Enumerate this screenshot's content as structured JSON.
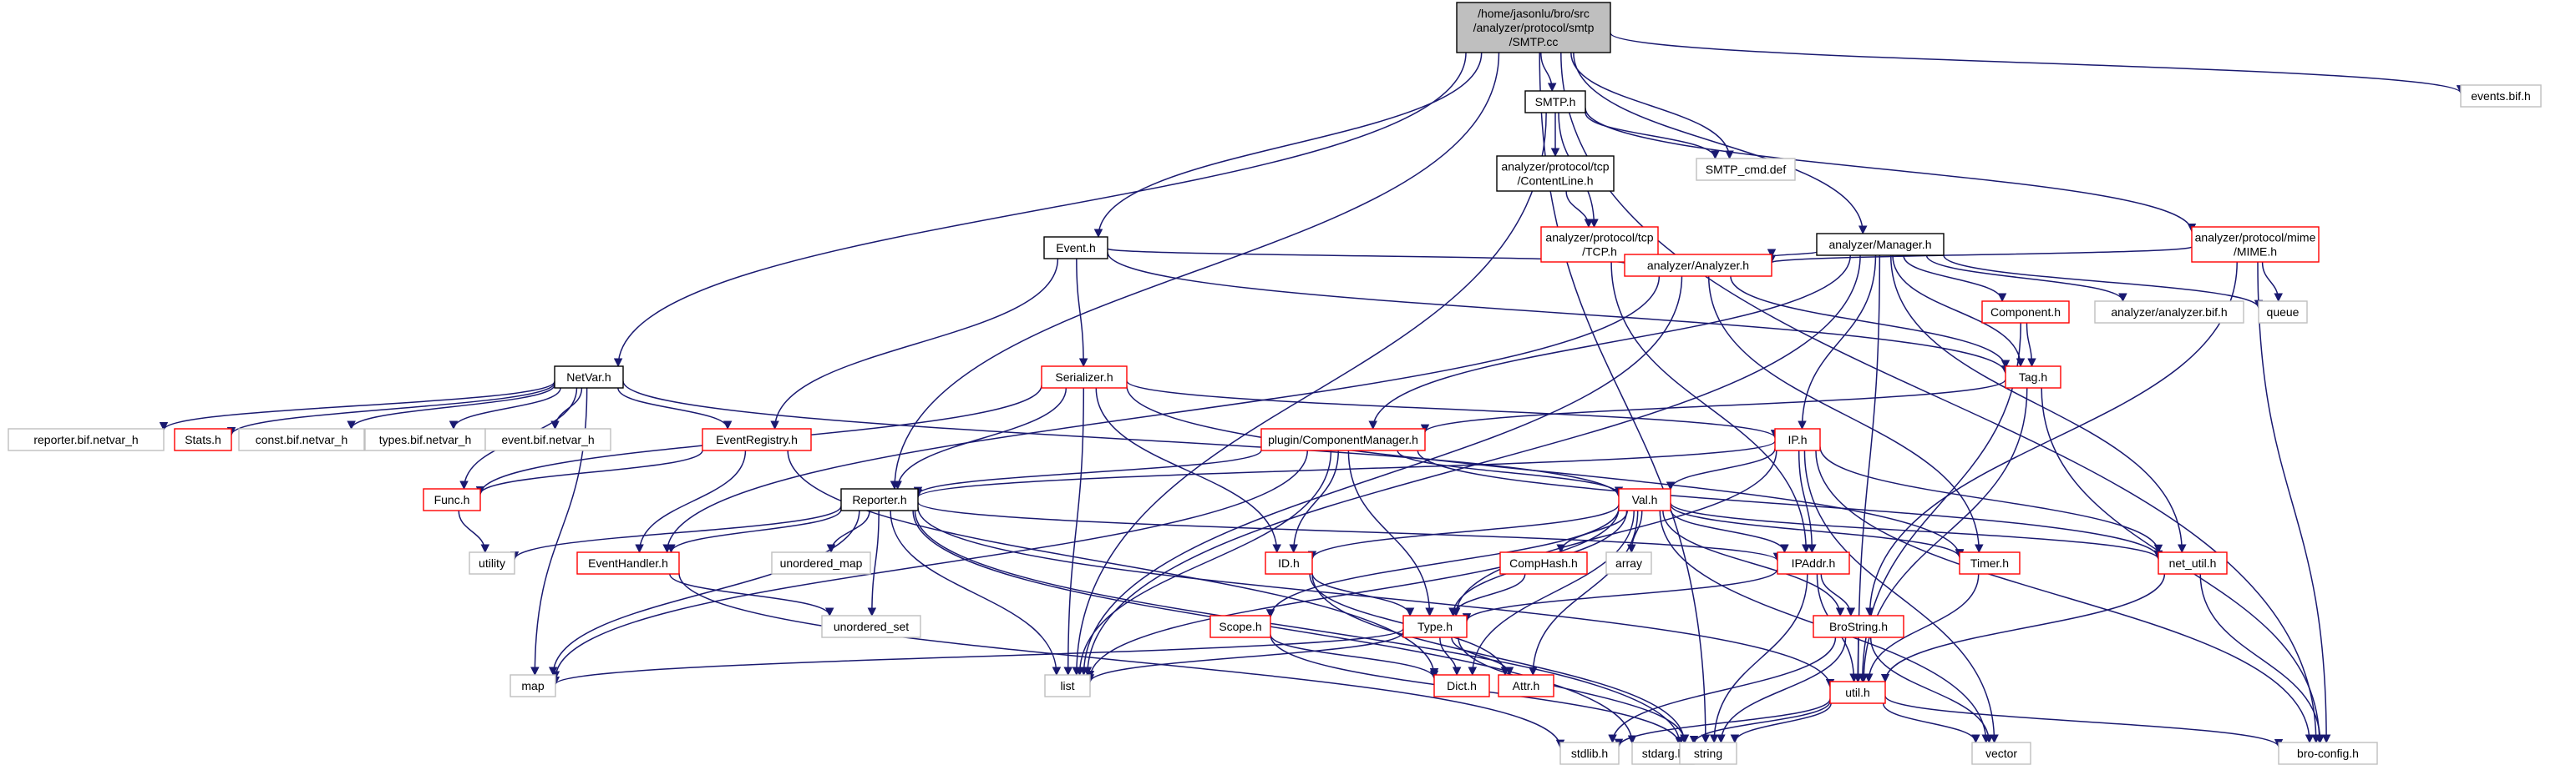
{
  "colors": {
    "edge": "#191970",
    "box_black": "#000000",
    "box_red": "#ff0000",
    "box_gray": "#bfbfbf",
    "root_fill": "#bfbfbf",
    "normal_fill": "#ffffff",
    "text": "#000000"
  },
  "nodes": [
    {
      "id": "root",
      "kind": "root",
      "lines": [
        "/home/jasonlu/bro/src",
        "/analyzer/protocol/smtp",
        "/SMTP.cc"
      ]
    },
    {
      "id": "events",
      "kind": "ext",
      "lines": [
        "events.bif.h"
      ]
    },
    {
      "id": "smtph",
      "kind": "doc",
      "lines": [
        "SMTP.h"
      ]
    },
    {
      "id": "smtpcmd",
      "kind": "ext",
      "lines": [
        "SMTP_cmd.def"
      ]
    },
    {
      "id": "contentline",
      "kind": "doc",
      "lines": [
        "analyzer/protocol/tcp",
        "/ContentLine.h"
      ]
    },
    {
      "id": "tcph",
      "kind": "red",
      "lines": [
        "analyzer/protocol/tcp",
        "/TCP.h"
      ]
    },
    {
      "id": "mimeh",
      "kind": "red",
      "lines": [
        "analyzer/protocol/mime",
        "/MIME.h"
      ]
    },
    {
      "id": "eventh",
      "kind": "doc",
      "lines": [
        "Event.h"
      ]
    },
    {
      "id": "managerh",
      "kind": "doc",
      "lines": [
        "analyzer/Manager.h"
      ]
    },
    {
      "id": "analyzerh",
      "kind": "red",
      "lines": [
        "analyzer/Analyzer.h"
      ]
    },
    {
      "id": "componenth",
      "kind": "red",
      "lines": [
        "Component.h"
      ]
    },
    {
      "id": "analyzerbif",
      "kind": "ext",
      "lines": [
        "analyzer/analyzer.bif.h"
      ]
    },
    {
      "id": "queue",
      "kind": "ext",
      "lines": [
        "queue"
      ]
    },
    {
      "id": "netvarh",
      "kind": "doc",
      "lines": [
        "NetVar.h"
      ]
    },
    {
      "id": "serializerh",
      "kind": "red",
      "lines": [
        "Serializer.h"
      ]
    },
    {
      "id": "tagh",
      "kind": "red",
      "lines": [
        "Tag.h"
      ]
    },
    {
      "id": "reporterbif",
      "kind": "ext",
      "lines": [
        "reporter.bif.netvar_h"
      ]
    },
    {
      "id": "statsh",
      "kind": "red",
      "lines": [
        "Stats.h"
      ]
    },
    {
      "id": "constbif",
      "kind": "ext",
      "lines": [
        "const.bif.netvar_h"
      ]
    },
    {
      "id": "typesbif",
      "kind": "ext",
      "lines": [
        "types.bif.netvar_h"
      ]
    },
    {
      "id": "eventbif",
      "kind": "ext",
      "lines": [
        "event.bif.netvar_h"
      ]
    },
    {
      "id": "eventregistry",
      "kind": "red",
      "lines": [
        "EventRegistry.h"
      ]
    },
    {
      "id": "compmanager",
      "kind": "red",
      "lines": [
        "plugin/ComponentManager.h"
      ]
    },
    {
      "id": "iph",
      "kind": "red",
      "lines": [
        "IP.h"
      ]
    },
    {
      "id": "funch",
      "kind": "red",
      "lines": [
        "Func.h"
      ]
    },
    {
      "id": "reporterh",
      "kind": "doc",
      "lines": [
        "Reporter.h"
      ]
    },
    {
      "id": "valh",
      "kind": "red",
      "lines": [
        "Val.h"
      ]
    },
    {
      "id": "utility",
      "kind": "ext",
      "lines": [
        "utility"
      ]
    },
    {
      "id": "eventhandler",
      "kind": "red",
      "lines": [
        "EventHandler.h"
      ]
    },
    {
      "id": "unorderedmap",
      "kind": "ext",
      "lines": [
        "unordered_map"
      ]
    },
    {
      "id": "idh",
      "kind": "red",
      "lines": [
        "ID.h"
      ]
    },
    {
      "id": "comphash",
      "kind": "red",
      "lines": [
        "CompHash.h"
      ]
    },
    {
      "id": "array",
      "kind": "ext",
      "lines": [
        "array"
      ]
    },
    {
      "id": "ipaddr",
      "kind": "red",
      "lines": [
        "IPAddr.h"
      ]
    },
    {
      "id": "timerh",
      "kind": "red",
      "lines": [
        "Timer.h"
      ]
    },
    {
      "id": "netutil",
      "kind": "red",
      "lines": [
        "net_util.h"
      ]
    },
    {
      "id": "unorderedset",
      "kind": "ext",
      "lines": [
        "unordered_set"
      ]
    },
    {
      "id": "scopeh",
      "kind": "red",
      "lines": [
        "Scope.h"
      ]
    },
    {
      "id": "typeh",
      "kind": "red",
      "lines": [
        "Type.h"
      ]
    },
    {
      "id": "brostring",
      "kind": "red",
      "lines": [
        "BroString.h"
      ]
    },
    {
      "id": "map",
      "kind": "ext",
      "lines": [
        "map"
      ]
    },
    {
      "id": "list",
      "kind": "ext",
      "lines": [
        "list"
      ]
    },
    {
      "id": "dicth",
      "kind": "red",
      "lines": [
        "Dict.h"
      ]
    },
    {
      "id": "attrh",
      "kind": "red",
      "lines": [
        "Attr.h"
      ]
    },
    {
      "id": "utilh",
      "kind": "red",
      "lines": [
        "util.h"
      ]
    },
    {
      "id": "stdlib",
      "kind": "ext",
      "lines": [
        "stdlib.h"
      ]
    },
    {
      "id": "stdarg",
      "kind": "ext",
      "lines": [
        "stdarg.h"
      ]
    },
    {
      "id": "string",
      "kind": "ext",
      "lines": [
        "string"
      ]
    },
    {
      "id": "vector",
      "kind": "ext",
      "lines": [
        "vector"
      ]
    },
    {
      "id": "broconfig",
      "kind": "ext",
      "lines": [
        "bro-config.h"
      ]
    }
  ],
  "edges": [
    [
      "root",
      "events"
    ],
    [
      "root",
      "smtph"
    ],
    [
      "root",
      "smtpcmd"
    ],
    [
      "root",
      "eventh"
    ],
    [
      "root",
      "managerh"
    ],
    [
      "root",
      "netvarh"
    ],
    [
      "root",
      "reporterh"
    ],
    [
      "root",
      "string"
    ],
    [
      "root",
      "broconfig"
    ],
    [
      "smtph",
      "smtpcmd"
    ],
    [
      "smtph",
      "contentline"
    ],
    [
      "smtph",
      "tcph"
    ],
    [
      "smtph",
      "mimeh"
    ],
    [
      "smtph",
      "list"
    ],
    [
      "contentline",
      "tcph"
    ],
    [
      "tcph",
      "analyzerh"
    ],
    [
      "tcph",
      "ipaddr"
    ],
    [
      "mimeh",
      "analyzerh"
    ],
    [
      "mimeh",
      "queue"
    ],
    [
      "mimeh",
      "brostring"
    ],
    [
      "mimeh",
      "broconfig"
    ],
    [
      "eventh",
      "analyzerh"
    ],
    [
      "eventh",
      "serializerh"
    ],
    [
      "eventh",
      "eventregistry"
    ],
    [
      "eventh",
      "tagh"
    ],
    [
      "managerh",
      "analyzerh"
    ],
    [
      "managerh",
      "componenth"
    ],
    [
      "managerh",
      "analyzerbif"
    ],
    [
      "managerh",
      "queue"
    ],
    [
      "managerh",
      "tagh"
    ],
    [
      "managerh",
      "compmanager"
    ],
    [
      "managerh",
      "iph"
    ],
    [
      "managerh",
      "netutil"
    ],
    [
      "managerh",
      "list"
    ],
    [
      "managerh",
      "utilh"
    ],
    [
      "analyzerh",
      "tagh"
    ],
    [
      "analyzerh",
      "timerh"
    ],
    [
      "analyzerh",
      "eventhandler"
    ],
    [
      "analyzerh",
      "list"
    ],
    [
      "componenth",
      "tagh"
    ],
    [
      "componenth",
      "utilh"
    ],
    [
      "tagh",
      "compmanager"
    ],
    [
      "tagh",
      "utilh"
    ],
    [
      "tagh",
      "broconfig"
    ],
    [
      "netvarh",
      "reporterbif"
    ],
    [
      "netvarh",
      "statsh"
    ],
    [
      "netvarh",
      "constbif"
    ],
    [
      "netvarh",
      "typesbif"
    ],
    [
      "netvarh",
      "eventbif"
    ],
    [
      "netvarh",
      "eventregistry"
    ],
    [
      "netvarh",
      "funch"
    ],
    [
      "netvarh",
      "valh"
    ],
    [
      "netvarh",
      "map"
    ],
    [
      "serializerh",
      "reporterh"
    ],
    [
      "serializerh",
      "funch"
    ],
    [
      "serializerh",
      "idh"
    ],
    [
      "serializerh",
      "iph"
    ],
    [
      "serializerh",
      "timerh"
    ],
    [
      "serializerh",
      "list"
    ],
    [
      "eventregistry",
      "funch"
    ],
    [
      "eventregistry",
      "eventhandler"
    ],
    [
      "eventregistry",
      "dicth"
    ],
    [
      "compmanager",
      "reporterh"
    ],
    [
      "compmanager",
      "valh"
    ],
    [
      "compmanager",
      "idh"
    ],
    [
      "compmanager",
      "typeh"
    ],
    [
      "compmanager",
      "netutil"
    ],
    [
      "compmanager",
      "map"
    ],
    [
      "compmanager",
      "list"
    ],
    [
      "iph",
      "reporterh"
    ],
    [
      "iph",
      "valh"
    ],
    [
      "iph",
      "typeh"
    ],
    [
      "iph",
      "ipaddr"
    ],
    [
      "iph",
      "netutil"
    ],
    [
      "iph",
      "broconfig"
    ],
    [
      "iph",
      "vector"
    ],
    [
      "funch",
      "utility"
    ],
    [
      "reporterh",
      "utility"
    ],
    [
      "reporterh",
      "eventhandler"
    ],
    [
      "reporterh",
      "unorderedmap"
    ],
    [
      "reporterh",
      "unorderedset"
    ],
    [
      "reporterh",
      "ipaddr"
    ],
    [
      "reporterh",
      "utilh"
    ],
    [
      "reporterh",
      "map"
    ],
    [
      "reporterh",
      "list"
    ],
    [
      "reporterh",
      "string"
    ],
    [
      "reporterh",
      "stdarg"
    ],
    [
      "valh",
      "idh"
    ],
    [
      "valh",
      "comphash"
    ],
    [
      "valh",
      "array"
    ],
    [
      "valh",
      "ipaddr"
    ],
    [
      "valh",
      "timerh"
    ],
    [
      "valh",
      "netutil"
    ],
    [
      "valh",
      "scopeh"
    ],
    [
      "valh",
      "typeh"
    ],
    [
      "valh",
      "dicth"
    ],
    [
      "valh",
      "attrh"
    ],
    [
      "valh",
      "brostring"
    ],
    [
      "valh",
      "list"
    ],
    [
      "valh",
      "vector"
    ],
    [
      "eventhandler",
      "unorderedset"
    ],
    [
      "eventhandler",
      "stdlib"
    ],
    [
      "idh",
      "typeh"
    ],
    [
      "idh",
      "attrh"
    ],
    [
      "idh",
      "string"
    ],
    [
      "comphash",
      "typeh"
    ],
    [
      "ipaddr",
      "typeh"
    ],
    [
      "ipaddr",
      "brostring"
    ],
    [
      "ipaddr",
      "utilh"
    ],
    [
      "ipaddr",
      "string"
    ],
    [
      "timerh",
      "utilh"
    ],
    [
      "netutil",
      "utilh"
    ],
    [
      "netutil",
      "broconfig"
    ],
    [
      "scopeh",
      "dicth"
    ],
    [
      "scopeh",
      "string"
    ],
    [
      "typeh",
      "map"
    ],
    [
      "typeh",
      "list"
    ],
    [
      "typeh",
      "dicth"
    ],
    [
      "typeh",
      "attrh"
    ],
    [
      "typeh",
      "string"
    ],
    [
      "brostring",
      "utilh"
    ],
    [
      "brostring",
      "stdlib"
    ],
    [
      "brostring",
      "string"
    ],
    [
      "brostring",
      "vector"
    ],
    [
      "utilh",
      "stdlib"
    ],
    [
      "utilh",
      "stdarg"
    ],
    [
      "utilh",
      "string"
    ],
    [
      "utilh",
      "vector"
    ],
    [
      "utilh",
      "broconfig"
    ]
  ]
}
